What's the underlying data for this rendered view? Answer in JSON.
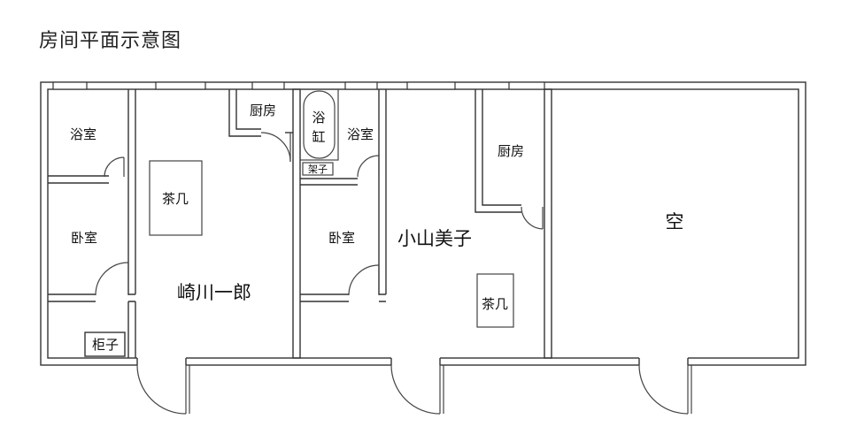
{
  "title": "房间平面示意图",
  "rooms": {
    "left_bath": "浴室",
    "left_bed": "卧室",
    "left_table": "茶几",
    "left_kitchen": "厨房",
    "left_cabinet": "柜子",
    "left_owner": "崎川一郎",
    "tub_line1": "浴",
    "tub_line2": "缸",
    "shelf": "架子",
    "mid_bath": "浴室",
    "mid_bed": "卧室",
    "mid_kitchen": "厨房",
    "mid_owner": "小山美子",
    "mid_table": "茶几",
    "right_room": "空"
  }
}
